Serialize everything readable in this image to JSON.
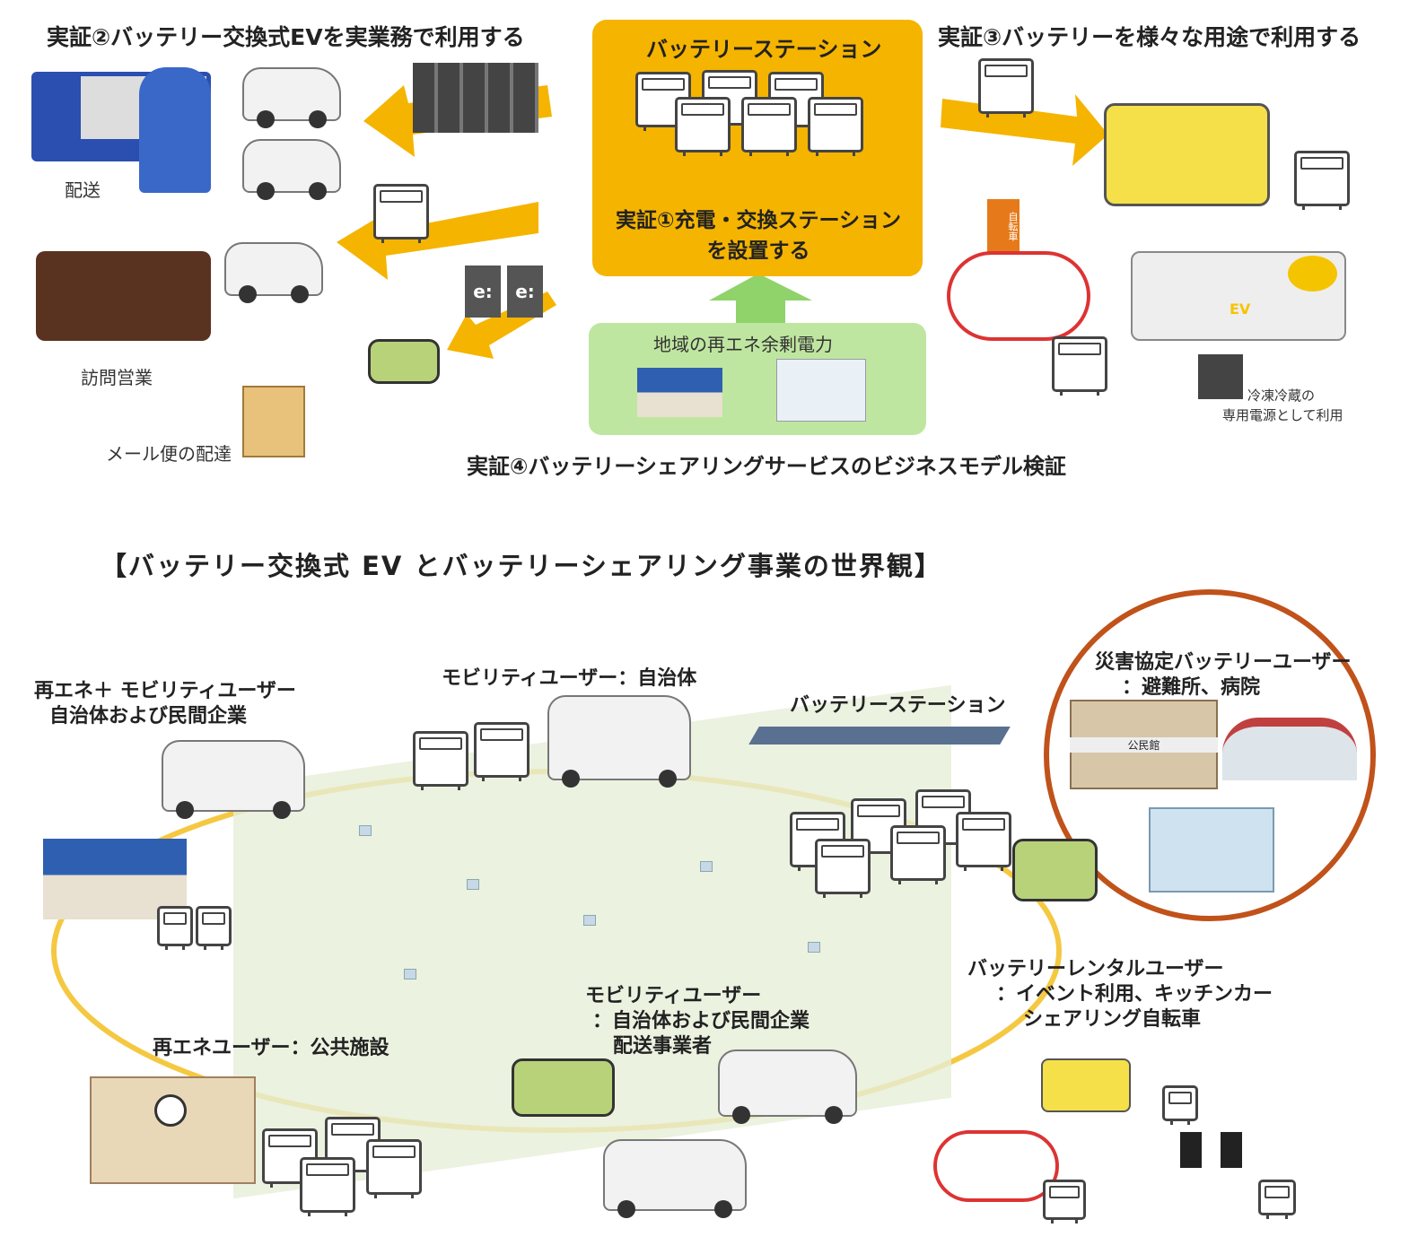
{
  "top": {
    "demo2": "実証②バッテリー交換式EVを実業務で利用する",
    "delivery": "配送",
    "visit_sales": "訪問営業",
    "mail_delivery": "メール便の配達",
    "station_title": "バッテリーステーション",
    "demo1_line1": "実証①充電・交換ステーション",
    "demo1_line2": "を設置する",
    "renewable": "地域の再エネ余剰電力",
    "demo3": "実証③バッテリーを様々な用途で利用する",
    "fridge_line1": "冷凍冷蔵の",
    "fridge_line2": "専用電源として利用",
    "demo4": "実証④バッテリーシェアリングサービスのビジネスモデル検証",
    "ebattery": "e:",
    "bicycle_sign": "自転車",
    "ev_mark": "EV"
  },
  "title": "【バッテリー交換式 EV とバッテリーシェアリング事業の世界観】",
  "bottom": {
    "re_mobility_line1": "再エネ＋ モビリティユーザー",
    "re_mobility_line2": "自治体および民間企業",
    "mobility_gov": "モビリティユーザー：自治体",
    "station": "バッテリーステーション",
    "disaster_line1": "災害協定バッテリーユーザー",
    "disaster_line2": "：避難所、病院",
    "community_hall": "公民館",
    "rental_line1": "バッテリーレンタルユーザー",
    "rental_line2": "：イベント利用、キッチンカー",
    "rental_line3": "シェアリング自転車",
    "mobility_mixed_line1": "モビリティユーザー",
    "mobility_mixed_line2": "：自治体および民間企業",
    "mobility_mixed_line3": "配送事業者",
    "re_public": "再エネユーザー：公共施設"
  },
  "colors": {
    "yellow": "#f5b400",
    "green": "#bfe6a0",
    "orange_circle": "#c0521a"
  }
}
